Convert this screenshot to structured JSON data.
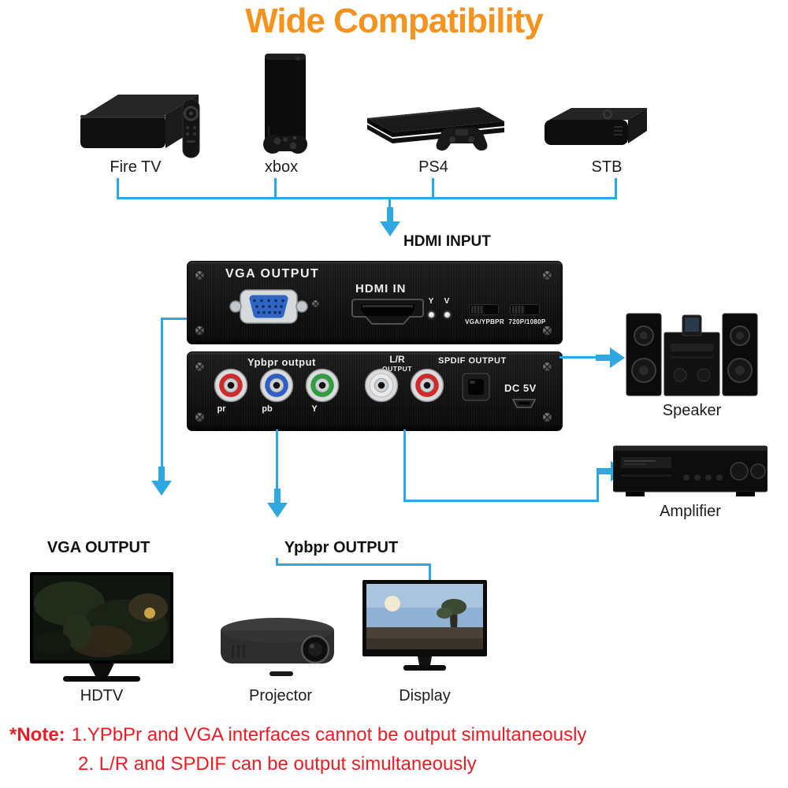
{
  "title": "Wide Compatibility",
  "sources": {
    "fire_tv": "Fire TV",
    "xbox": "xbox",
    "ps4": "PS4",
    "stb": "STB"
  },
  "hdmi_input_label": "HDMI INPUT",
  "converter": {
    "front": {
      "vga_output": "VGA OUTPUT",
      "hdmi_in": "HDMI IN",
      "led_y": "Y",
      "led_v": "V",
      "switch1_label": "VGA/YPBPR",
      "switch2_label": "720P/1080P"
    },
    "rear": {
      "ypbpr_output": "Ypbpr output",
      "jack_pr": "pr",
      "jack_pb": "pb",
      "jack_y": "Y",
      "lr": "L/R",
      "lr_output": "OUTPUT",
      "spdif": "SPDIF OUTPUT",
      "dc": "DC 5V"
    }
  },
  "audio": {
    "speaker": "Speaker",
    "amplifier": "Amplifier"
  },
  "video": {
    "vga_output": "VGA OUTPUT",
    "ypbpr_output": "Ypbpr OUTPUT",
    "hdtv": "HDTV",
    "projector": "Projector",
    "display": "Display"
  },
  "note": {
    "prefix": "*Note:",
    "line1": "1.YPbPr and VGA interfaces cannot be output simultaneously",
    "line2": "2. L/R and SPDIF can be output simultaneously"
  },
  "colors": {
    "title_orange": "#F6921E",
    "line_blue": "#2FA7E0",
    "note_red": "#ED1C24"
  }
}
